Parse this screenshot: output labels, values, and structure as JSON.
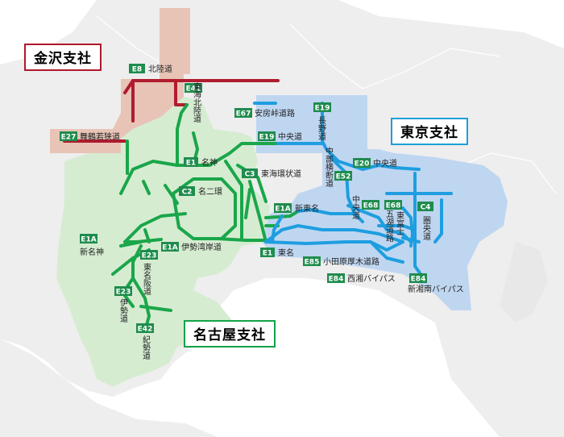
{
  "branches": {
    "kanazawa": "金沢支社",
    "tokyo": "東京支社",
    "nagoya": "名古屋支社"
  },
  "colors": {
    "kanazawa_line": "#b01c2e",
    "kanazawa_area": "#e8c4b6",
    "nagoya_line": "#1aa64a",
    "nagoya_area": "#d5ecd1",
    "tokyo_line": "#1e9ee0",
    "tokyo_area": "#bfd6f1",
    "land": "#eeeeee",
    "badge": "#1f8c4d"
  },
  "routes": [
    {
      "id": "hokuriku",
      "code": "E8",
      "name": "北陸道",
      "vertical": false
    },
    {
      "id": "maizuru",
      "code": "E27",
      "name": "舞鶴若狭道",
      "vertical": false
    },
    {
      "id": "tokaihokuriku",
      "code": "E41",
      "name": "東海北陸道",
      "vertical": true
    },
    {
      "id": "anbo",
      "code": "E67",
      "name": "安房峠道路",
      "vertical": false
    },
    {
      "id": "nagano",
      "code": "E19",
      "name": "長野道",
      "vertical": true
    },
    {
      "id": "chuo-e19",
      "code": "E19",
      "name": "中央道",
      "vertical": false
    },
    {
      "id": "meishin",
      "code": "E1",
      "name": "名神",
      "vertical": false
    },
    {
      "id": "tokaikanjo",
      "code": "C3",
      "name": "東海環状道",
      "vertical": false
    },
    {
      "id": "meinikan",
      "code": "C2",
      "name": "名二環",
      "vertical": false
    },
    {
      "id": "chubu",
      "code": "",
      "name": "中部横断道",
      "vertical": true
    },
    {
      "id": "chuo-e52",
      "code": "E52",
      "name": "中央道",
      "vertical": true
    },
    {
      "id": "chuo-e20",
      "code": "E20",
      "name": "中央道",
      "vertical": false
    },
    {
      "id": "fujigoko",
      "code": "E68",
      "name": "五湖道路",
      "vertical": true
    },
    {
      "id": "higashifuji",
      "code": "E68",
      "name": "東富士",
      "vertical": true
    },
    {
      "id": "kenodo",
      "code": "C4",
      "name": "圏央道",
      "vertical": true
    },
    {
      "id": "shintomei",
      "code": "E1A",
      "name": "新東名",
      "vertical": false
    },
    {
      "id": "shinmeishin",
      "code": "E1A",
      "name": "新名神",
      "vertical": false
    },
    {
      "id": "isewangan",
      "code": "E1A",
      "name": "伊勢湾岸道",
      "vertical": false
    },
    {
      "id": "tomei",
      "code": "E1",
      "name": "東名",
      "vertical": false
    },
    {
      "id": "higashimeihan",
      "code": "E23",
      "name": "東名阪道",
      "vertical": true
    },
    {
      "id": "ise",
      "code": "E23",
      "name": "伊勢道",
      "vertical": true
    },
    {
      "id": "kisei",
      "code": "E42",
      "name": "紀勢道",
      "vertical": true
    },
    {
      "id": "odawara",
      "code": "E85",
      "name": "小田原厚木道路",
      "vertical": false
    },
    {
      "id": "seisho",
      "code": "E84",
      "name": "西湘バイパス",
      "vertical": false
    },
    {
      "id": "shinshonan",
      "code": "E84",
      "name": "新湘南バイパス",
      "vertical": false
    }
  ]
}
